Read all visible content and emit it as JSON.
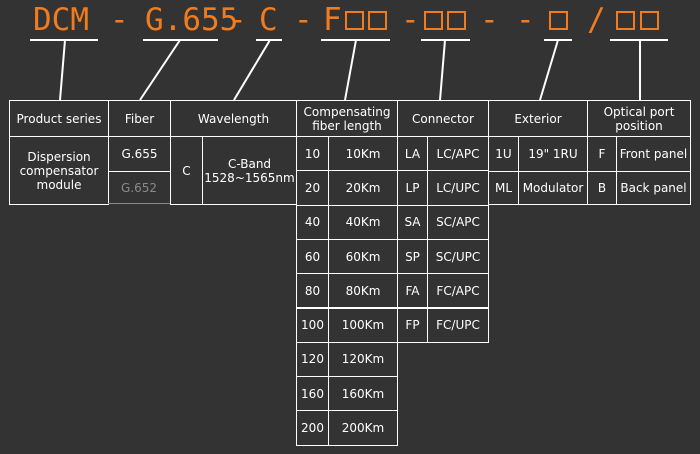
{
  "code": {
    "prefix": "DCM",
    "dash": "-",
    "fiber": "G.655",
    "wavelength": "C",
    "length_prefix": "F",
    "slash": "/"
  },
  "headers": {
    "product_series": "Product series",
    "fiber": "Fiber",
    "wavelength": "Wavelength",
    "length_line1": "Compensating",
    "length_line2": "fiber length",
    "connector": "Connector",
    "exterior": "Exterior",
    "port_line1": "Optical port",
    "port_line2": "position"
  },
  "product_series": {
    "line1": "Dispersion",
    "line2": "compensator",
    "line3": "module"
  },
  "fiber": [
    "G.655",
    "G.652"
  ],
  "wavelength": {
    "code": "C",
    "line1": "C-Band",
    "line2": "1528~1565nm"
  },
  "lengths": [
    {
      "code": "10",
      "label": "10Km"
    },
    {
      "code": "20",
      "label": "20Km"
    },
    {
      "code": "40",
      "label": "40Km"
    },
    {
      "code": "60",
      "label": "60Km"
    },
    {
      "code": "80",
      "label": "80Km"
    },
    {
      "code": "100",
      "label": "100Km"
    },
    {
      "code": "120",
      "label": "120Km"
    },
    {
      "code": "160",
      "label": "160Km"
    },
    {
      "code": "200",
      "label": "200Km"
    }
  ],
  "connectors": [
    {
      "code": "LA",
      "label": "LC/APC"
    },
    {
      "code": "LP",
      "label": "LC/UPC"
    },
    {
      "code": "SA",
      "label": "SC/APC"
    },
    {
      "code": "SP",
      "label": "SC/UPC"
    },
    {
      "code": "FA",
      "label": "FC/APC"
    },
    {
      "code": "FP",
      "label": "FC/UPC"
    }
  ],
  "exterior": [
    {
      "code": "1U",
      "label": "19\" 1RU"
    },
    {
      "code": "ML",
      "label": "Modulator"
    }
  ],
  "port": [
    {
      "code": "F",
      "label": "Front panel"
    },
    {
      "code": "B",
      "label": "Back panel"
    }
  ],
  "colors": {
    "background": "#333333",
    "accent": "#f07c1f",
    "line": "#ffffff",
    "muted": "#8a8a8a"
  }
}
